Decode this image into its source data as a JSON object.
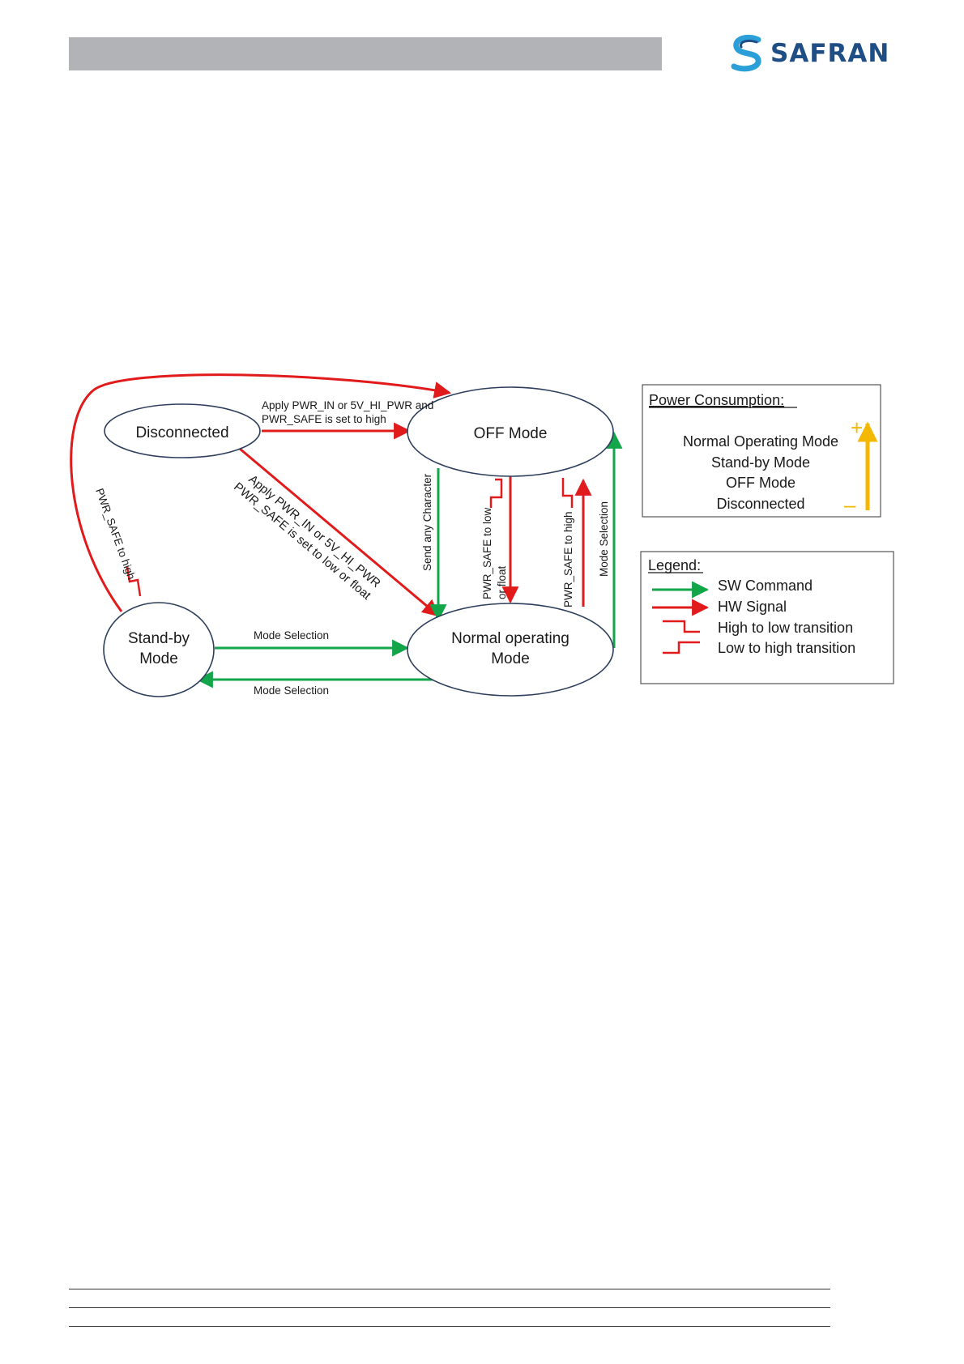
{
  "brand": {
    "logo_text": "SAFRAN",
    "color": "#1f4e85"
  },
  "colors": {
    "sw": "#12a54a",
    "hw": "#e11b1b",
    "scale": "#f5b800"
  },
  "states": {
    "disconnected": "Disconnected",
    "off": "OFF Mode",
    "standby": [
      "Stand-by",
      "Mode"
    ],
    "normal": [
      "Normal operating",
      "Mode"
    ]
  },
  "transitions": {
    "disc_to_off": [
      "Apply PWR_IN or 5V_HI_PWR and",
      "PWR_SAFE is set to high"
    ],
    "disc_to_normal": [
      "Apply PWR_IN or 5V_HI_PWR",
      "PWR_SAFE is set to low or float"
    ],
    "standby_to_off": "PWR_SAFE to high",
    "off_to_normal_sw": "Send any Character",
    "off_to_normal_hw": [
      "PWR_SAFE to low",
      "or float"
    ],
    "normal_to_off_hw": "PWR_SAFE to high",
    "normal_to_off_sw": "Mode Selection",
    "standby_to_normal": "Mode Selection",
    "normal_to_standby": "Mode Selection"
  },
  "power_consumption": {
    "title": "Power Consumption:",
    "items": [
      "Normal Operating Mode",
      "Stand-by Mode",
      "OFF Mode",
      "Disconnected"
    ],
    "plus": "+",
    "minus": "–"
  },
  "legend": {
    "title": "Legend:",
    "items": [
      "SW Command",
      "HW Signal",
      "High to low transition",
      "Low to high transition"
    ]
  }
}
